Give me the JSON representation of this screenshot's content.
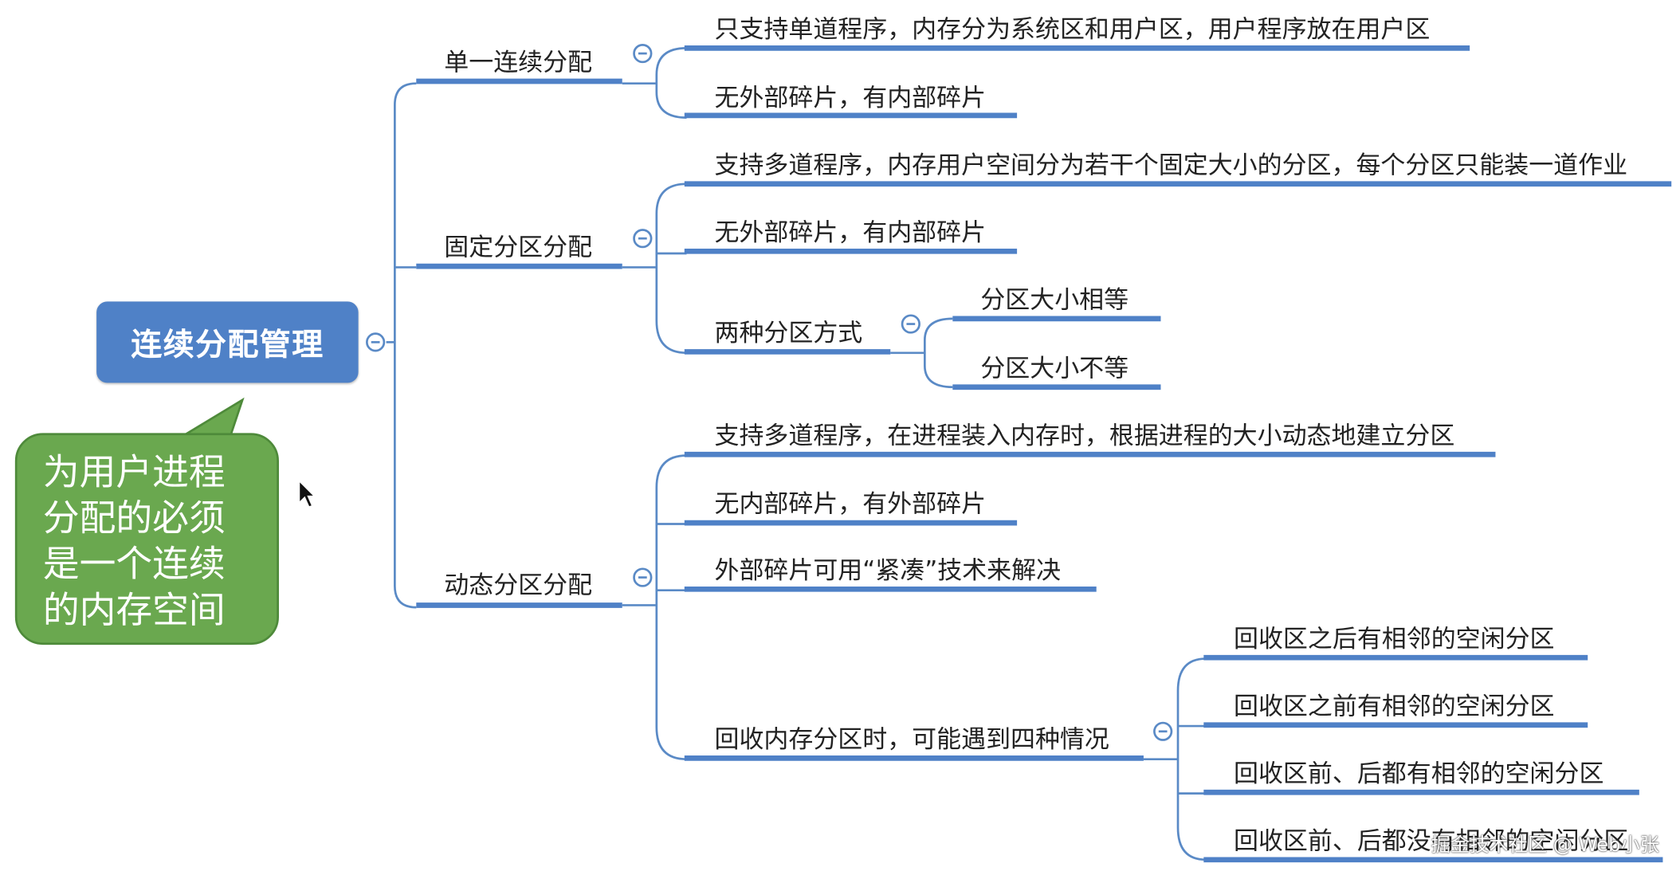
{
  "mindmap": {
    "root": "连续分配管理",
    "note": [
      "为用户进程",
      "分配的必须",
      "是一个连续",
      "的内存空间"
    ],
    "branches": [
      {
        "label": "单一连续分配",
        "children": [
          "只支持单道程序，内存分为系统区和用户区，用户程序放在用户区",
          "无外部碎片，有内部碎片"
        ]
      },
      {
        "label": "固定分区分配",
        "children": [
          "支持多道程序，内存用户空间分为若干个固定大小的分区，每个分区只能装一道作业",
          "无外部碎片，有内部碎片",
          "两种分区方式"
        ],
        "partition_modes": [
          "分区大小相等",
          "分区大小不等"
        ]
      },
      {
        "label": "动态分区分配",
        "children": [
          "支持多道程序，在进程装入内存时，根据进程的大小动态地建立分区",
          "无内部碎片，有外部碎片",
          "外部碎片可用“紧凑”技术来解决",
          "回收内存分区时，可能遇到四种情况"
        ],
        "recycle_cases": [
          "回收区之后有相邻的空闲分区",
          "回收区之前有相邻的空闲分区",
          "回收区前、后都有相邻的空闲分区",
          "回收区前、后都没有相邻的空闲分区"
        ]
      }
    ]
  },
  "watermark": "掘金技术社区 @ Web小张",
  "colors": {
    "root_fill": "#4f81c7",
    "connector": "#5a8ac6",
    "underline": "#4f81c7",
    "note_fill": "#6aa84f"
  }
}
